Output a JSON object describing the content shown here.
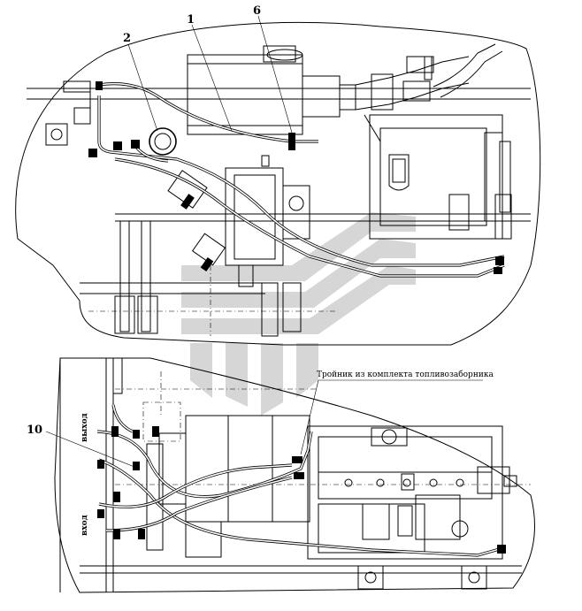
{
  "callouts": {
    "c1": "1",
    "c2": "2",
    "c6": "6",
    "c10": "10"
  },
  "annotation": "Тройник из комплекта топливозаборника",
  "port_labels": {
    "outlet": "выход",
    "inlet": "вход"
  },
  "colors": {
    "line": "#000000",
    "watermark": "#d6d6d6",
    "background": "#ffffff"
  }
}
